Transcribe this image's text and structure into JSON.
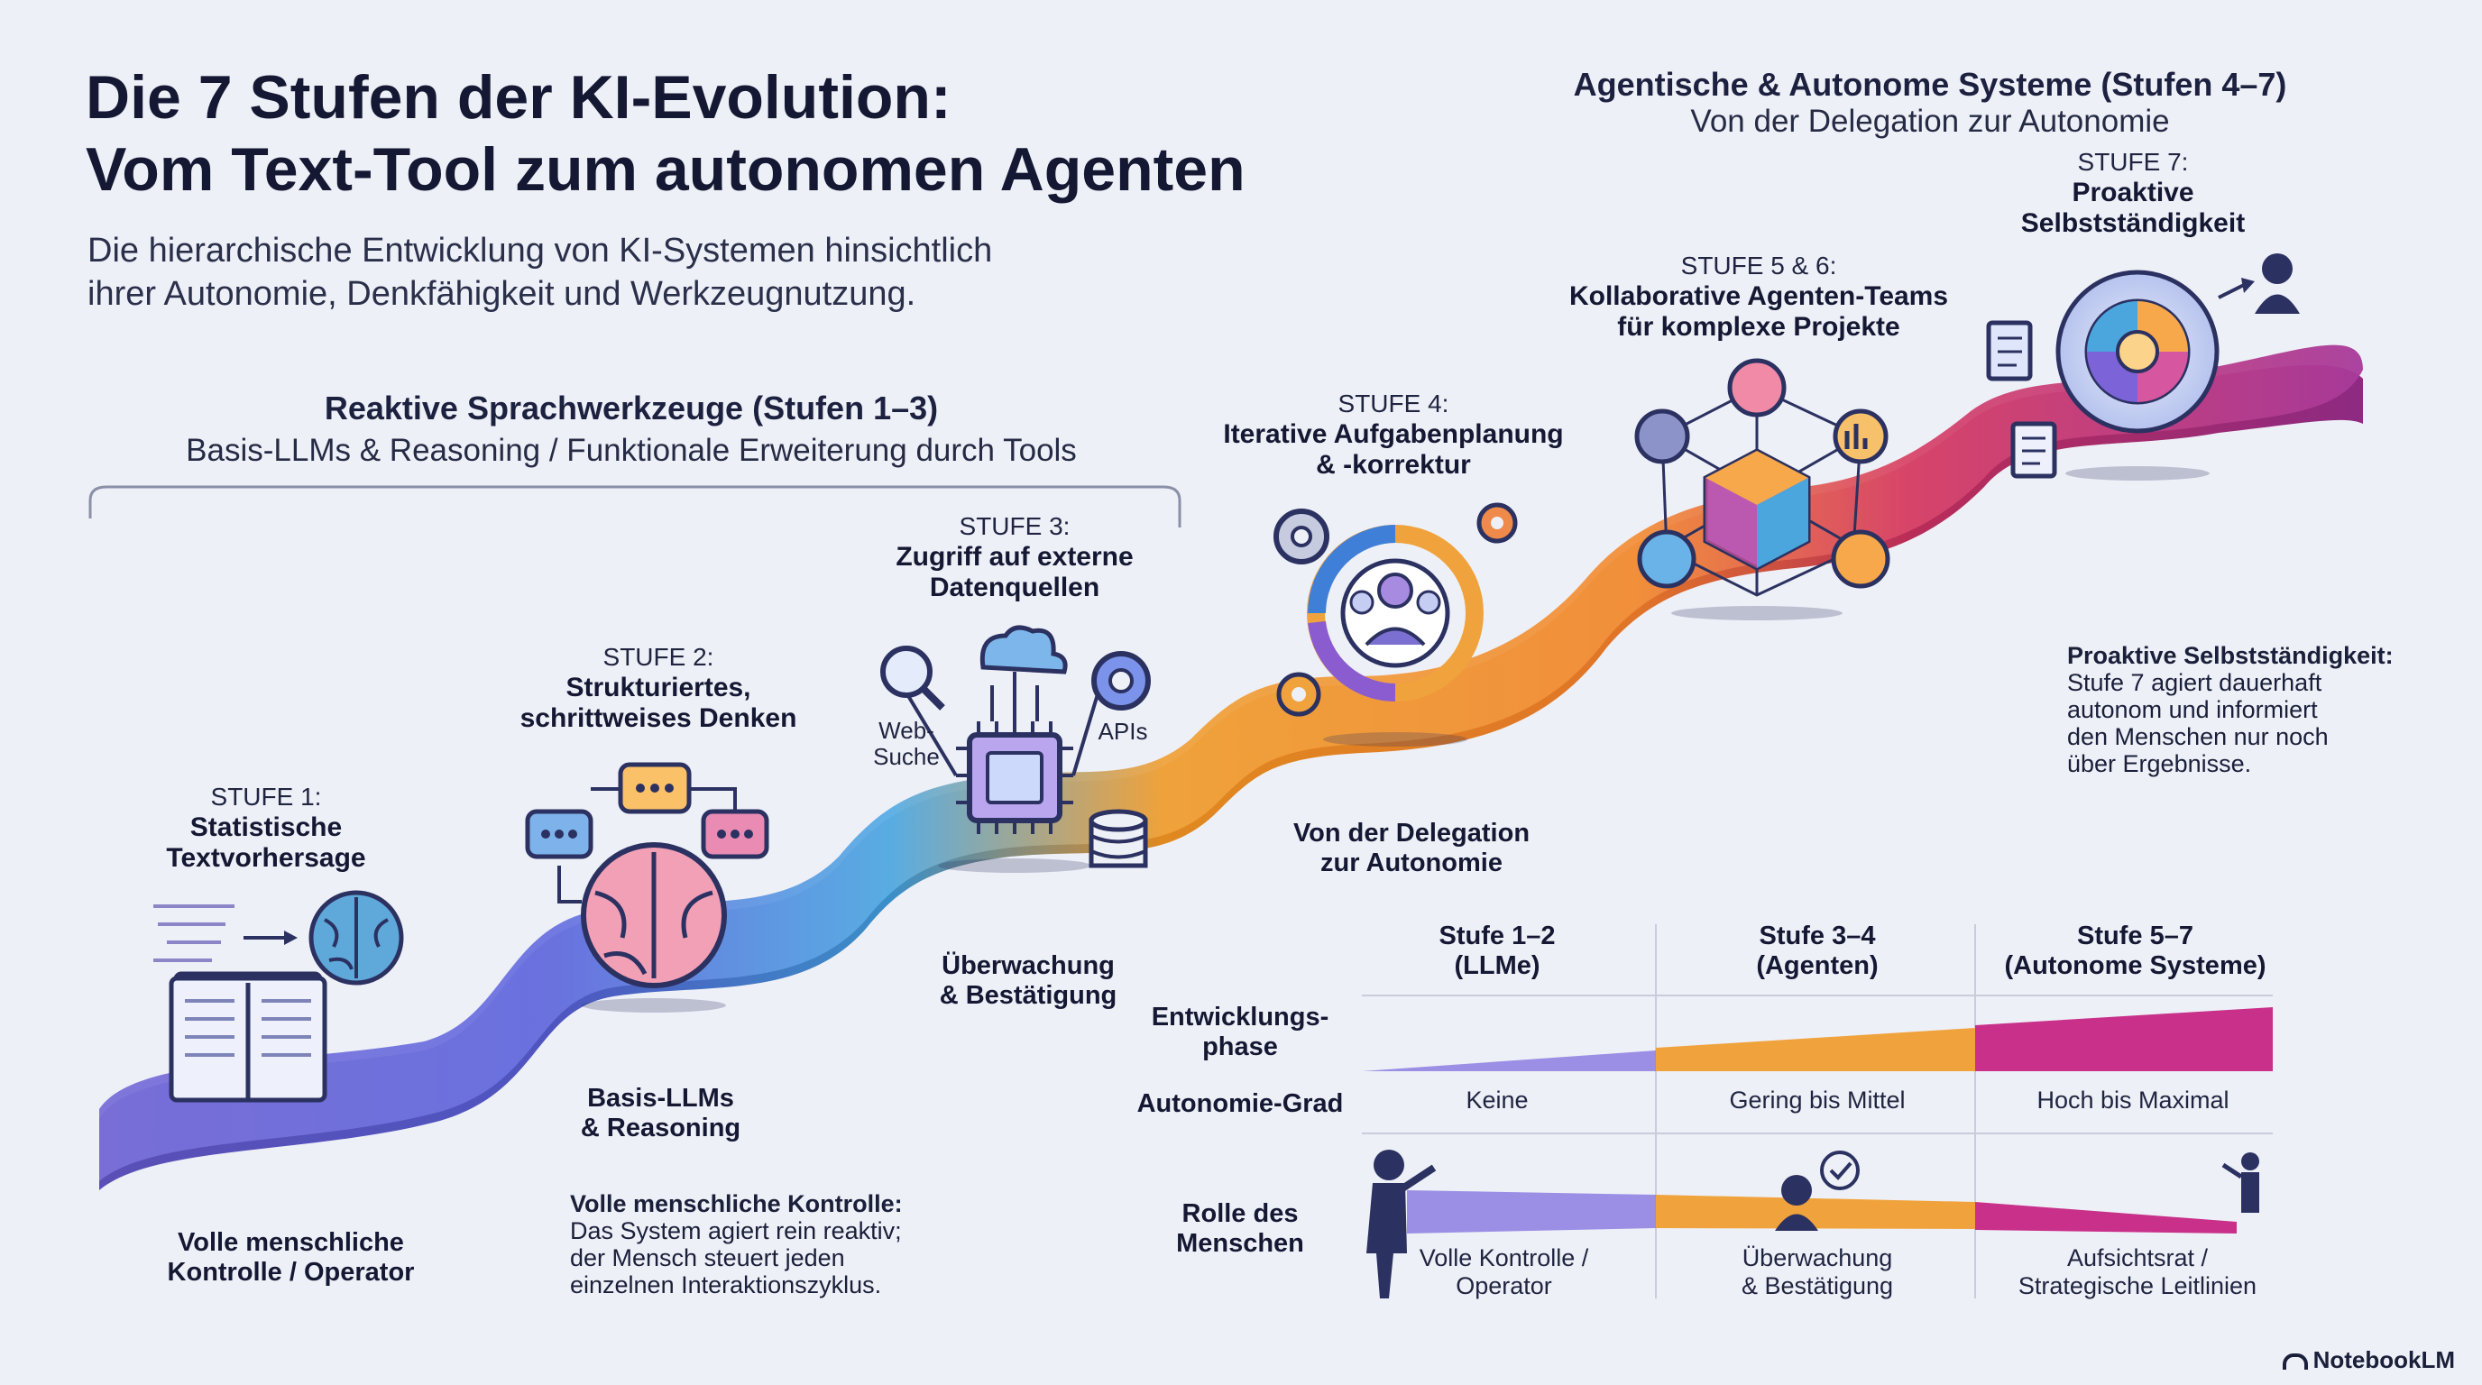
{
  "header": {
    "title_line1": "Die 7 Stufen der KI-Evolution:",
    "title_line2": "Vom Text-Tool zum autonomen Agenten",
    "subtitle_line1": "Die hierarchische Entwicklung von KI-Systemen hinsichtlich",
    "subtitle_line2": "ihrer Autonomie, Denkfähigkeit und Werkzeugnutzung."
  },
  "groups": {
    "reactive": {
      "title": "Reaktive Sprachwerkzeuge (Stufen 1–3)",
      "subtitle": "Basis-LLMs & Reasoning / Funktionale Erweiterung durch Tools"
    },
    "agentic": {
      "title": "Agentische & Autonome Systeme (Stufen 4–7)",
      "subtitle": "Von der Delegation zur Autonomie"
    }
  },
  "stages": {
    "s1": {
      "label": "STUFE 1:",
      "name1": "Statistische",
      "name2": "Textvorhersage"
    },
    "s2": {
      "label": "STUFE 2:",
      "name1": "Strukturiertes,",
      "name2": "schrittweises Denken"
    },
    "s3": {
      "label": "STUFE 3:",
      "name1": "Zugriff auf externe",
      "name2": "Datenquellen"
    },
    "s4": {
      "label": "STUFE 4:",
      "name1": "Iterative Aufgabenplanung",
      "name2": "& -korrektur"
    },
    "s56": {
      "label": "STUFE 5 & 6:",
      "name1": "Kollaborative Agenten-Teams",
      "name2": "für komplexe Projekte"
    },
    "s7": {
      "label": "STUFE 7:",
      "name1": "Proaktive",
      "name2": "Selbstständigkeit"
    }
  },
  "icon_labels": {
    "web1": "Web-",
    "web2": "Suche",
    "apis": "APIs"
  },
  "path_labels": {
    "control1": "Volle menschliche",
    "control2": "Kontrolle / Operator",
    "basis1": "Basis-LLMs",
    "basis2": "& Reasoning",
    "ueber1": "Überwachung",
    "ueber2": "& Bestätigung",
    "deleg1": "Von der Delegation",
    "deleg2": "zur Autonomie"
  },
  "notes": {
    "control": {
      "title": "Volle menschliche Kontrolle:",
      "l1": "Das System agiert rein reaktiv;",
      "l2": "der Mensch steuert jeden",
      "l3": "einzelnen Interaktionszyklus."
    },
    "proactive": {
      "title": "Proaktive Selbstständigkeit:",
      "l1": "Stufe 7 agiert dauerhaft",
      "l2": "autonom und informiert",
      "l3": "den Menschen nur noch",
      "l4": "über Ergebnisse."
    }
  },
  "table": {
    "cols": [
      {
        "h1": "Stufe 1–2",
        "h2": "(LLMe)"
      },
      {
        "h1": "Stufe 3–4",
        "h2": "(Agenten)"
      },
      {
        "h1": "Stufe 5–7",
        "h2": "(Autonome Systeme)"
      }
    ],
    "rows": {
      "phase1": "Entwicklungs-",
      "phase2": "phase",
      "autonomy": "Autonomie-Grad",
      "role1": "Rolle des",
      "role2": "Menschen"
    },
    "autonomy": [
      "Keine",
      "Gering bis Mittel",
      "Hoch bis Maximal"
    ],
    "role": [
      {
        "l1": "Volle Kontrolle /",
        "l2": "Operator"
      },
      {
        "l1": "Überwachung",
        "l2": "& Bestätigung"
      },
      {
        "l1": "Aufsichtsrat /",
        "l2": "Strategische Leitlinien"
      }
    ]
  },
  "brand": "NotebookLM",
  "colors": {
    "purple": "#6a63cf",
    "blue": "#4aa6dd",
    "orange": "#f2a13a",
    "magenta": "#c0307f"
  }
}
